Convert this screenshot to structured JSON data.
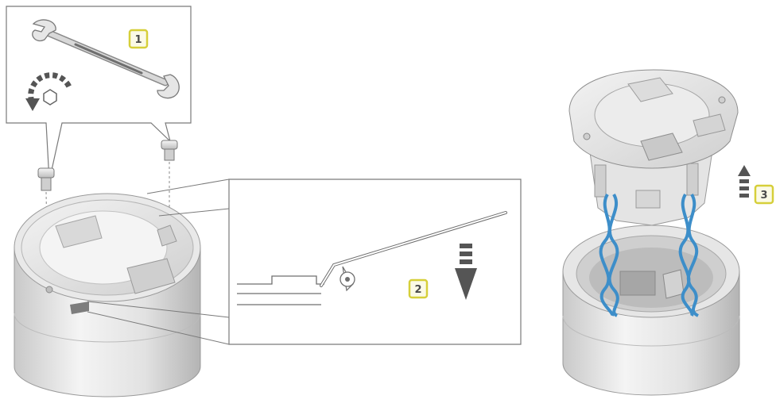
{
  "steps": [
    {
      "number": "1",
      "action": "unscrew-bolts",
      "tool": "wrench-icon"
    },
    {
      "number": "2",
      "action": "press-release-lever",
      "tool": "arrow-down-icon"
    },
    {
      "number": "3",
      "action": "lift-luminaire-out",
      "tool": "arrow-up-icon"
    }
  ],
  "colors": {
    "badge_border": "#d6cf3a",
    "badge_fill": "#fbfae6",
    "line": "#6f6f6f",
    "cable": "#3d8ec9",
    "housing_light": "#eeeeee",
    "housing_shade": "#b9b9b9"
  }
}
